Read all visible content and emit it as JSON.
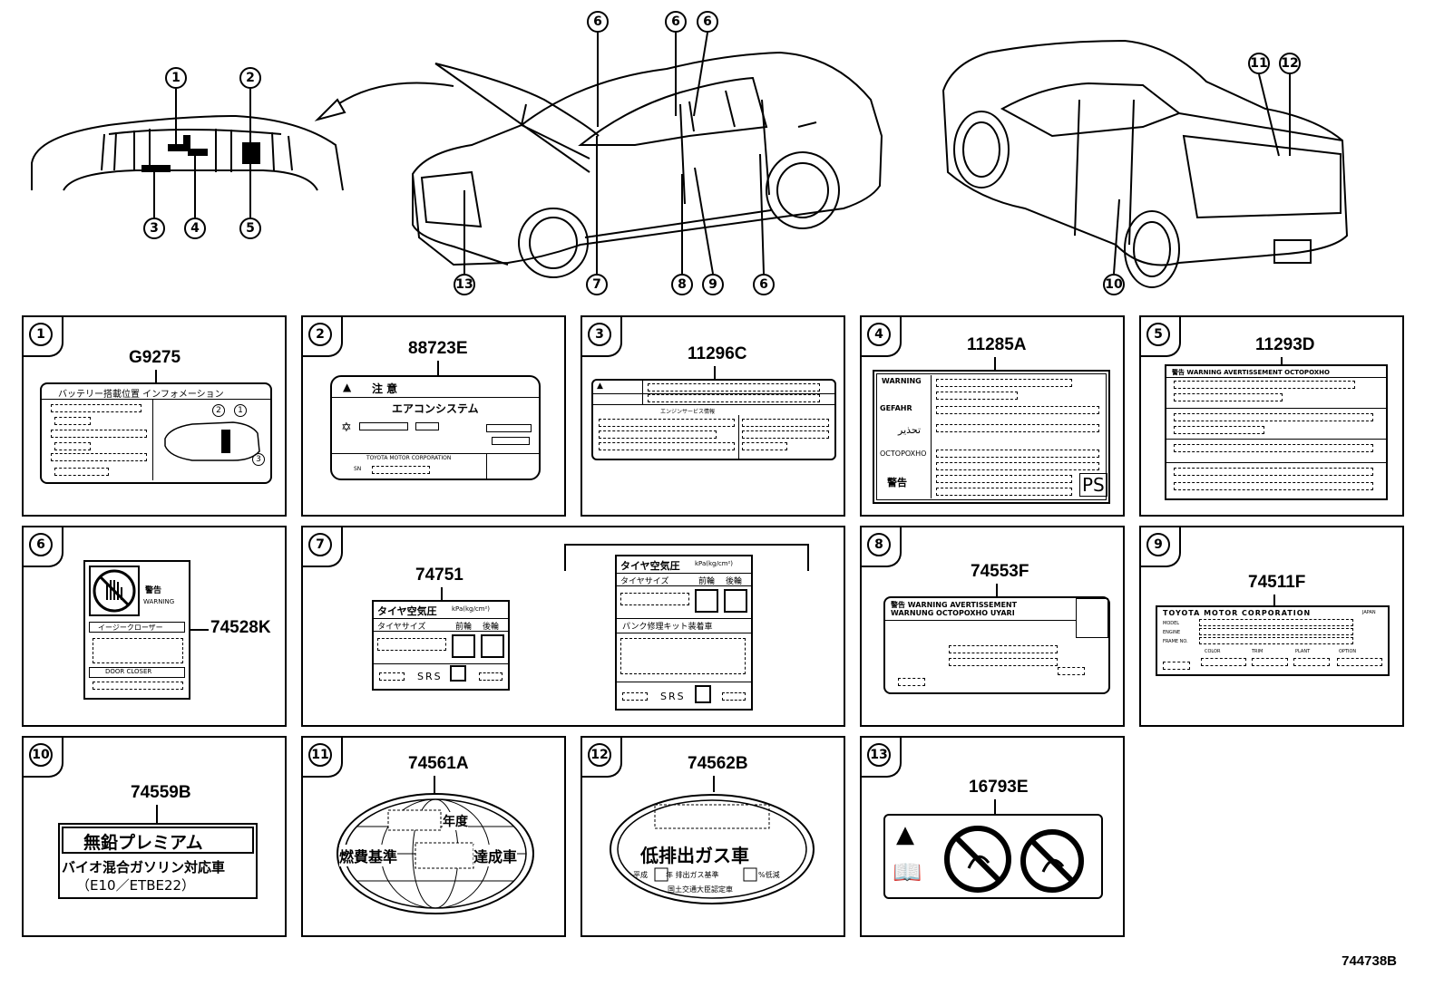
{
  "diagram_ref": "744738B",
  "callouts_top": {
    "c1": "1",
    "c2": "2",
    "c3": "3",
    "c4": "4",
    "c5": "5",
    "c6a": "6",
    "c6b": "6",
    "c6c": "6",
    "c6d": "6",
    "c7": "7",
    "c8": "8",
    "c9": "9",
    "c13": "13",
    "c10": "10",
    "c11": "11",
    "c12": "12"
  },
  "panels": [
    {
      "no": "1",
      "part": "G9275",
      "texts": {
        "title": "バッテリー搭載位置 インフォメーション",
        "d2": "2",
        "d1": "1",
        "d3": "3"
      }
    },
    {
      "no": "2",
      "part": "88723E",
      "texts": {
        "caution": "注 意",
        "system": "エアコンシステム",
        "maker": "TOYOTA MOTOR CORPORATION",
        "sn": "SN"
      }
    },
    {
      "no": "3",
      "part": "11296C",
      "texts": {
        "service": "エンジンサービス情報"
      }
    },
    {
      "no": "4",
      "part": "11285A",
      "texts": {
        "warning": "WARNING",
        "danger": "GEFAHR",
        "arabic": "تحذير",
        "octo": "OCTOPOXHO",
        "keikoku": "警告",
        "ps": "PS"
      }
    },
    {
      "no": "5",
      "part": "11293D",
      "texts": {
        "header": "警告 WARNING AVERTISSEMENT OCTOPOXHO"
      }
    },
    {
      "no": "6",
      "part": "74528K",
      "texts": {
        "keikoku": "警告",
        "warning": "WARNING",
        "closer_jp": "イージークローザー",
        "closer_en": "DOOR CLOSER"
      }
    },
    {
      "no": "7",
      "part": "74751",
      "texts": {
        "tire_pressure": "タイヤ空気圧",
        "unit": "kPa(kg/cm²)",
        "tire_size": "タイヤサイズ",
        "front": "前輪",
        "rear": "後輪",
        "srs": "SRS",
        "punk": "パンク修理キット装着車"
      }
    },
    {
      "no": "8",
      "part": "74553F",
      "texts": {
        "line1": "警告 WARNING AVERTISSEMENT",
        "line2": "WARNUNG OCTOPOXHO UYARI"
      }
    },
    {
      "no": "9",
      "part": "74511F",
      "texts": {
        "maker": "TOYOTA MOTOR CORPORATION",
        "japan": "JAPAN",
        "model": "MODEL",
        "engine": "ENGINE",
        "frame": "FRAME NO.",
        "color": "COLOR",
        "trim": "TRIM",
        "plant": "PLANT",
        "option": "OPTION"
      }
    },
    {
      "no": "10",
      "part": "74559B",
      "texts": {
        "line1": "無鉛プレミアム",
        "line2": "バイオ混合ガソリン対応車",
        "line3": "（E10／ETBE22）"
      }
    },
    {
      "no": "11",
      "part": "74561A",
      "texts": {
        "nendo": "年度",
        "kijun": "燃費基準",
        "tassei": "達成車"
      }
    },
    {
      "no": "12",
      "part": "74562B",
      "texts": {
        "main": "低排出ガス車",
        "heisei": "平成",
        "nen": "年 排出ガス基準",
        "pct": "%低減",
        "mlit": "国土交通大臣認定車"
      }
    },
    {
      "no": "13",
      "part": "16793E",
      "texts": {}
    }
  ]
}
